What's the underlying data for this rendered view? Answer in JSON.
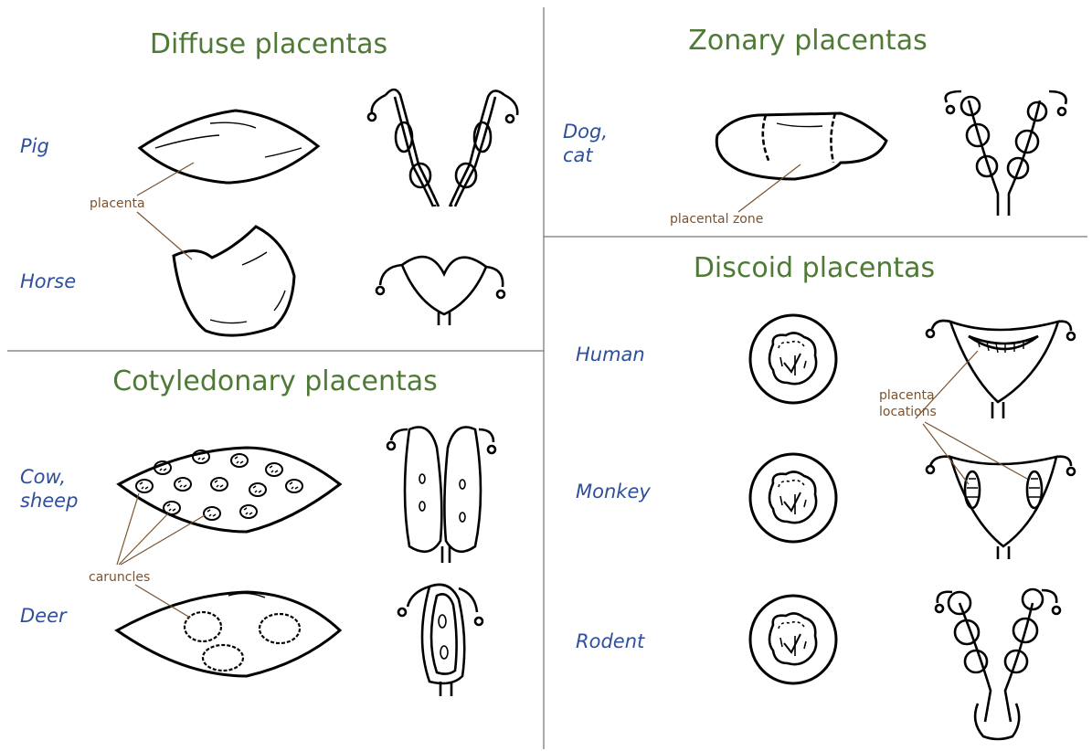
{
  "sections": {
    "diffuse": {
      "title": "Diffuse placentas",
      "species": [
        "Pig",
        "Horse"
      ],
      "annotation": "placenta"
    },
    "zonary": {
      "title": "Zonary placentas",
      "species": [
        "Dog,\ncat"
      ],
      "annotation": "placental zone"
    },
    "cotyledonary": {
      "title": "Cotyledonary placentas",
      "species": [
        "Cow,\nsheep",
        "Deer"
      ],
      "annotation": "caruncles"
    },
    "discoid": {
      "title": "Discoid placentas",
      "species": [
        "Human",
        "Monkey",
        "Rodent"
      ],
      "annotation": "placenta\nlocations"
    }
  },
  "colors": {
    "title": "#4e7a35",
    "species": "#2f4f9a",
    "annotation": "#7a5330",
    "line": "#000000",
    "leader": "#7a5330",
    "divider": "#555555"
  }
}
